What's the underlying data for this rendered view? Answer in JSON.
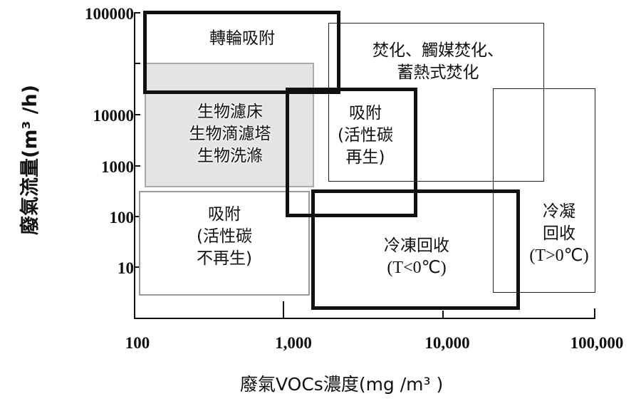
{
  "chart_data": {
    "type": "region-diagram",
    "title": "",
    "xlabel": "廢氣VOCs濃度(mg /m³ )",
    "ylabel": "廢氣流量(m³ /h)",
    "x_scale": "log",
    "y_scale": "log",
    "xlim": [
      100,
      100000
    ],
    "ylim": [
      1,
      100000
    ],
    "x_ticks": [
      "100",
      "1,000",
      "10,000",
      "100,000"
    ],
    "y_ticks": [
      "100000",
      "10000",
      "1000",
      "100",
      "10"
    ],
    "regions": [
      {
        "name": "rotor-adsorption",
        "lines": [
          "轉輪吸附"
        ],
        "style": "thick"
      },
      {
        "name": "incineration",
        "lines": [
          "焚化、觸媒焚化、",
          "蓄熱式焚化"
        ],
        "style": "thin"
      },
      {
        "name": "biological",
        "lines": [
          "生物濾床",
          "生物滴濾塔",
          "生物洗滌"
        ],
        "style": "gray-fill"
      },
      {
        "name": "adsorption-regenerating",
        "lines": [
          "吸附",
          "(活性碳",
          "再生)"
        ],
        "style": "thick"
      },
      {
        "name": "adsorption-non-regenerating",
        "lines": [
          "吸附",
          "(活性碳",
          "不再生)"
        ],
        "style": "thin-gray"
      },
      {
        "name": "refrigeration-recovery",
        "lines": [
          "冷凍回收",
          "(T<0℃)"
        ],
        "style": "thick"
      },
      {
        "name": "condensation-recovery",
        "lines": [
          "冷凝",
          "回收",
          "(T>0℃)"
        ],
        "style": "thin"
      }
    ]
  }
}
